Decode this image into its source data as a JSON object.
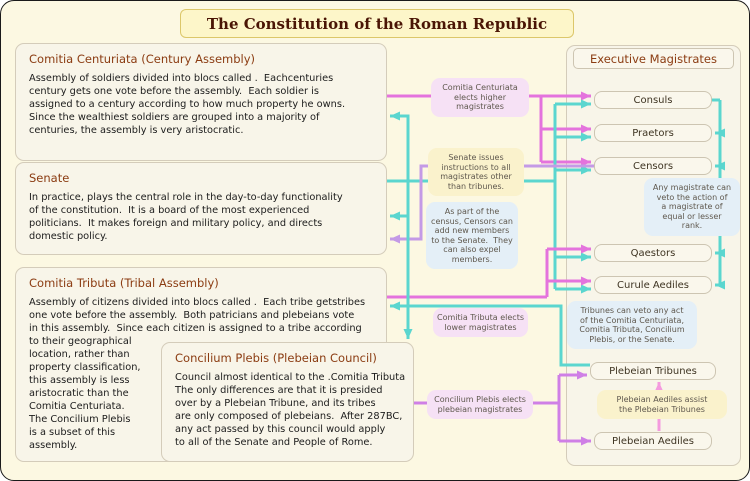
{
  "title": "The Constitution of the Roman Republic",
  "boxes": {
    "comitia_centuriata": {
      "title": "Comitia Centuriata (Century Assembly)",
      "body": [
        "Assembly of soldiers divided into blocs called .  Eachcenturies",
        "century gets one vote before the assembly.  Each soldier is",
        "assigned to a century according to how much property he owns.",
        "Since the wealthiest soldiers are grouped into a majority of",
        "centuries, the assembly is very aristocratic."
      ]
    },
    "senate": {
      "title": "Senate",
      "body": [
        "In practice, plays the central role in the day-to-day functionality",
        "of the constitution.  It is a board of the most experienced",
        "politicians.  It makes foreign and military policy, and directs",
        "domestic policy."
      ]
    },
    "comitia_tributa": {
      "title": "Comitia Tributa (Tribal Assembly)",
      "body_top": [
        "Assembly of citizens divided into blocs called .  Each tribe getstribes",
        "one vote before the assembly.  Both patricians and plebeians vote",
        "in this assembly.  Since each citizen is assigned to a tribe according"
      ],
      "body_left": [
        "to their geographical",
        "location, rather than",
        "property classification,",
        "this assembly is less",
        "aristocratic than the",
        "Comitia Centuriata.",
        "The Concilium Plebis",
        "is a subset of this",
        "assembly."
      ]
    },
    "concilium_plebis": {
      "title": "Concilium Plebis (Plebeian Council)",
      "body": [
        "Council almost identical to the .Comitia Tributa",
        "The only differences are that it is presided",
        "over by a Plebeian Tribune, and its tribes",
        "are only composed of plebeians.  After 287BC,",
        "any act passed by this council would apply",
        "to all of the Senate and People of Rome."
      ]
    }
  },
  "magistrates": {
    "header": "Executive Magistrates",
    "items": [
      "Consuls",
      "Praetors",
      "Censors",
      "Qaestors",
      "Curule Aediles",
      "Plebeian Tribunes",
      "Plebeian Aediles"
    ]
  },
  "notes": {
    "elect_higher": [
      "Comitia Centuriata",
      "elects higher",
      "magistrates"
    ],
    "senate_instructions": [
      "Senate issues",
      "instructions to all",
      "magistrates other",
      "than tribunes."
    ],
    "census": [
      "As part of the",
      "census, Censors can",
      "add new members",
      "to the Senate.  They",
      "can also expel",
      "members."
    ],
    "veto_rank": [
      "Any magistrate can",
      "veto the action of",
      "a magistrate of",
      "equal or lesser",
      "rank."
    ],
    "elect_lower": [
      "Comitia Tributa elects",
      "lower magistrates"
    ],
    "tribune_veto": [
      "Tribunes can veto any act",
      "of the Comitia Centuriata,",
      "Comitia Tributa, Concilium",
      "Plebis, or the Senate."
    ],
    "elect_plebeian": [
      "Concilium Plebis elects",
      "plebeian magistrates"
    ],
    "aediles_assist": [
      "Plebeian Aediles assist",
      "the Plebeian Tribunes"
    ]
  },
  "colors": {
    "election_arrow": "#e473dd",
    "senate_arrow": "#5bd6cf",
    "census_arrow": "#c49ae6",
    "plebeian_arrow": "#cf7fe6",
    "assist_arrow": "#f49ade"
  }
}
